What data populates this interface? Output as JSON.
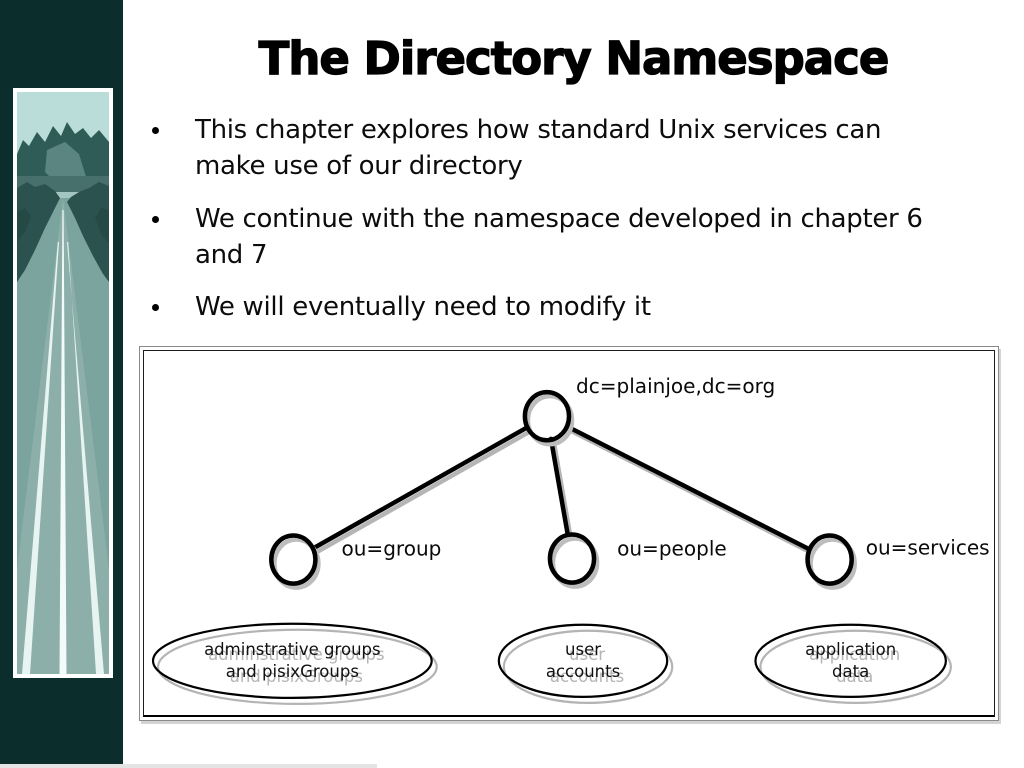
{
  "colors": {
    "sidebar_bg": "#0b2e2c",
    "slide_bg": "#ffffff",
    "shadow_gray": "#b5b5b5",
    "text": "#000000"
  },
  "slide": {
    "title": "The Directory Namespace"
  },
  "bullets": [
    {
      "lines": [
        "This chapter explores how standard Unix services can",
        "make use of our directory"
      ]
    },
    {
      "lines": [
        "We continue with the namespace developed in chapter 6",
        "and 7"
      ]
    },
    {
      "lines": [
        "We will eventually need to modify it"
      ]
    }
  ],
  "diagram": {
    "root": {
      "label": "dc=plainjoe,dc=org"
    },
    "nodes": [
      {
        "label": "ou=group"
      },
      {
        "label": "ou=people"
      },
      {
        "label": "ou=services"
      }
    ],
    "containers": [
      {
        "line1": "adminstrative groups",
        "line2": "and pisixGroups"
      },
      {
        "line1": "user",
        "line2": "accounts"
      },
      {
        "line1": "application",
        "line2": "data"
      }
    ]
  }
}
